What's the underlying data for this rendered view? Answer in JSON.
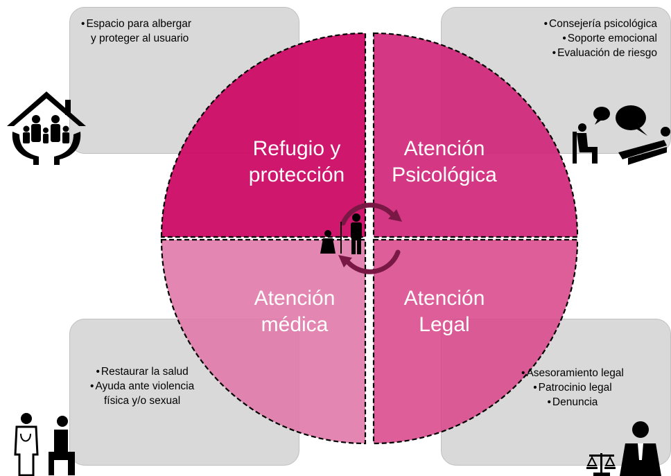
{
  "quadrants": {
    "top_left": {
      "line1": "Refugio y",
      "line2": "protección"
    },
    "top_right": {
      "line1": "Atención",
      "line2": "Psicológica"
    },
    "bottom_left": {
      "line1": "Atención",
      "line2": "médica"
    },
    "bottom_right": {
      "line1": "Atención",
      "line2": "Legal"
    }
  },
  "boxes": {
    "top_left": {
      "items": [
        "Espacio para albergar",
        "y proteger al usuario"
      ]
    },
    "top_right": {
      "items": [
        "Consejería psicológica",
        "Soporte emocional",
        "Evaluación de riesgo"
      ]
    },
    "bottom_left": {
      "items": [
        "Restaurar la salud",
        "Ayuda ante violencia",
        "física y/o sexual"
      ]
    },
    "bottom_right": {
      "items": [
        "Asesoramiento legal",
        "Patrocinio legal",
        "Denuncia"
      ]
    }
  },
  "colors": {
    "top_left": "#cc0f68",
    "top_right": "#d0277a",
    "bottom_left": "#e07aaa",
    "bottom_right": "#d9488c",
    "cycle_arrows": "#7a1845",
    "box_fill": "#d9d9d9"
  },
  "icons": {
    "top_left": "family-house-hands-icon",
    "top_right": "therapy-session-icon",
    "bottom_left": "doctor-patient-icon",
    "bottom_right": "lawyer-scales-icon",
    "center": "people-cycle-icon"
  }
}
